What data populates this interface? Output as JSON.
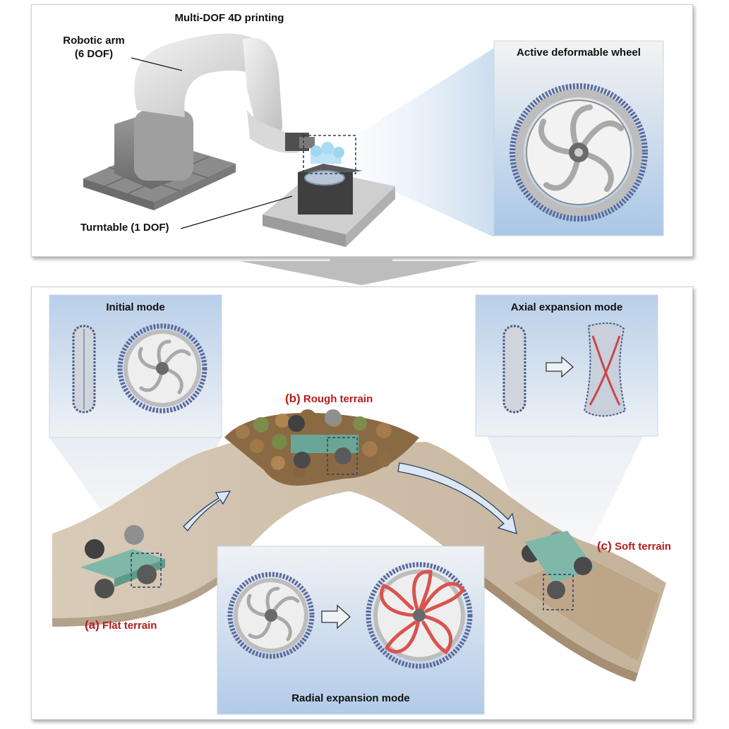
{
  "top_panel": {
    "title": "Multi-DOF 4D printing",
    "robotic_arm_line1": "Robotic arm",
    "robotic_arm_line2": "(6 DOF)",
    "turntable": "Turntable (1 DOF)",
    "wheel_inset_title": "Active deformable wheel"
  },
  "bottom_panel": {
    "initial_mode": "Initial mode",
    "axial_mode": "Axial expansion mode",
    "radial_mode": "Radial expansion mode",
    "terrain_a_letter": "(a)",
    "terrain_a_name": "Flat terrain",
    "terrain_b_letter": "(b)",
    "terrain_b_name": "Rough terrain",
    "terrain_c_letter": "(c)",
    "terrain_c_name": "Soft terrain"
  },
  "colors": {
    "label_red": "#b41c1c",
    "inset_blue": "#b9cfe8",
    "terrain_sand": "#cbbba5",
    "chassis_green": "#7fb8a8"
  }
}
